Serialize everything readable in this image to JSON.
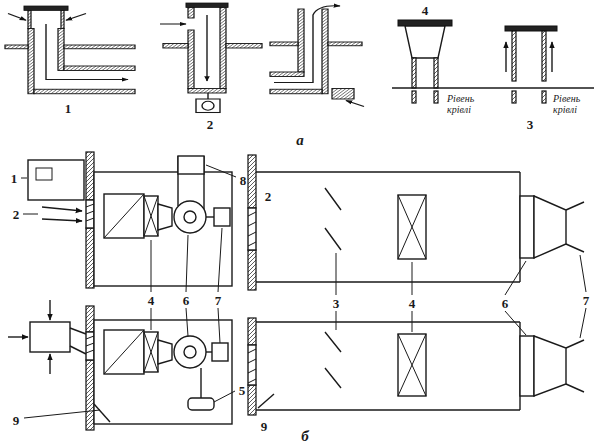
{
  "diagram": {
    "labels": [
      "1",
      "2",
      "3",
      "4",
      "Рівень крівлі",
      "Рівень крівлі",
      "а",
      "1",
      "2",
      "8",
      "4",
      "6",
      "7",
      "9",
      "5",
      "2",
      "3",
      "4",
      "6",
      "7",
      "9",
      "б"
    ]
  }
}
